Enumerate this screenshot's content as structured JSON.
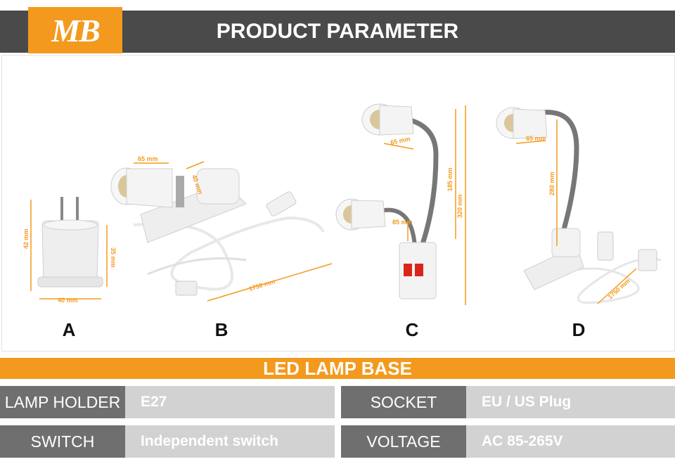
{
  "brand": {
    "logo_text": "MB"
  },
  "header": {
    "title": "PRODUCT PARAMETER"
  },
  "products": [
    {
      "letter": "A",
      "dimensions": [
        "42 mm",
        "35 mm",
        "40 mm"
      ]
    },
    {
      "letter": "B",
      "dimensions": [
        "65 mm",
        "40 mm",
        "1750 mm"
      ]
    },
    {
      "letter": "C",
      "dimensions": [
        "65 mm",
        "85 mm",
        "185 mm",
        "320 mm"
      ]
    },
    {
      "letter": "D",
      "dimensions": [
        "65 mm",
        "280 mm",
        "1750 mm"
      ]
    }
  ],
  "section": {
    "title": "LED LAMP BASE"
  },
  "specs": [
    {
      "label": "LAMP HOLDER",
      "value": "E27"
    },
    {
      "label": "SOCKET",
      "value": "EU / US Plug"
    },
    {
      "label": "SWITCH",
      "value": "Independent switch"
    },
    {
      "label": "VOLTAGE",
      "value": "AC 85-265V"
    }
  ],
  "colors": {
    "accent": "#f39a1e",
    "header": "#4a4a4a",
    "label_bg": "#6f6f6f",
    "value_bg": "#d2d2d2"
  }
}
